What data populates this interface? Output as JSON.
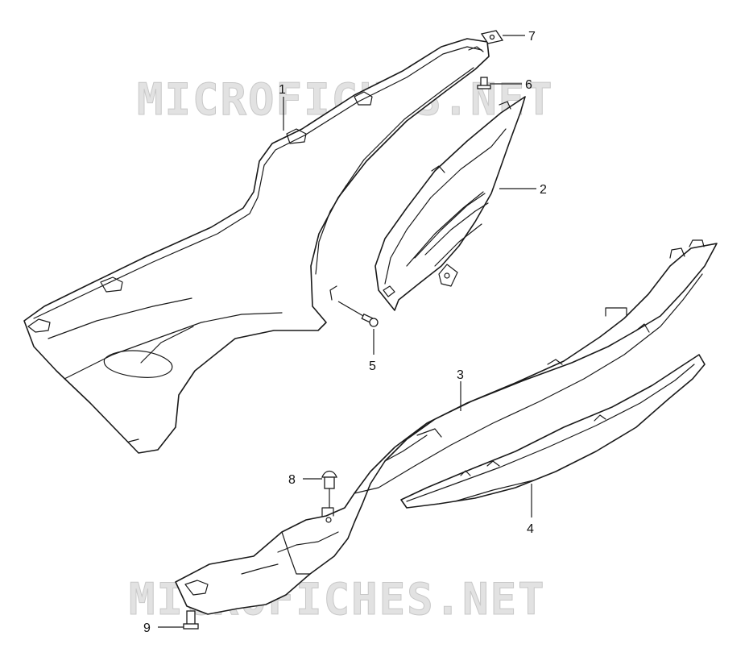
{
  "watermarks": [
    "MICROFICHES.NET",
    "MICROFICHES.NET"
  ],
  "callouts": {
    "c1": "1",
    "c2": "2",
    "c3": "3",
    "c4": "4",
    "c5": "5",
    "c6": "6",
    "c7": "7",
    "c8": "8",
    "c9": "9"
  },
  "colors": {
    "line": "#1a1a1a",
    "watermark_fill": "#e2e2e2",
    "background": "#ffffff"
  }
}
